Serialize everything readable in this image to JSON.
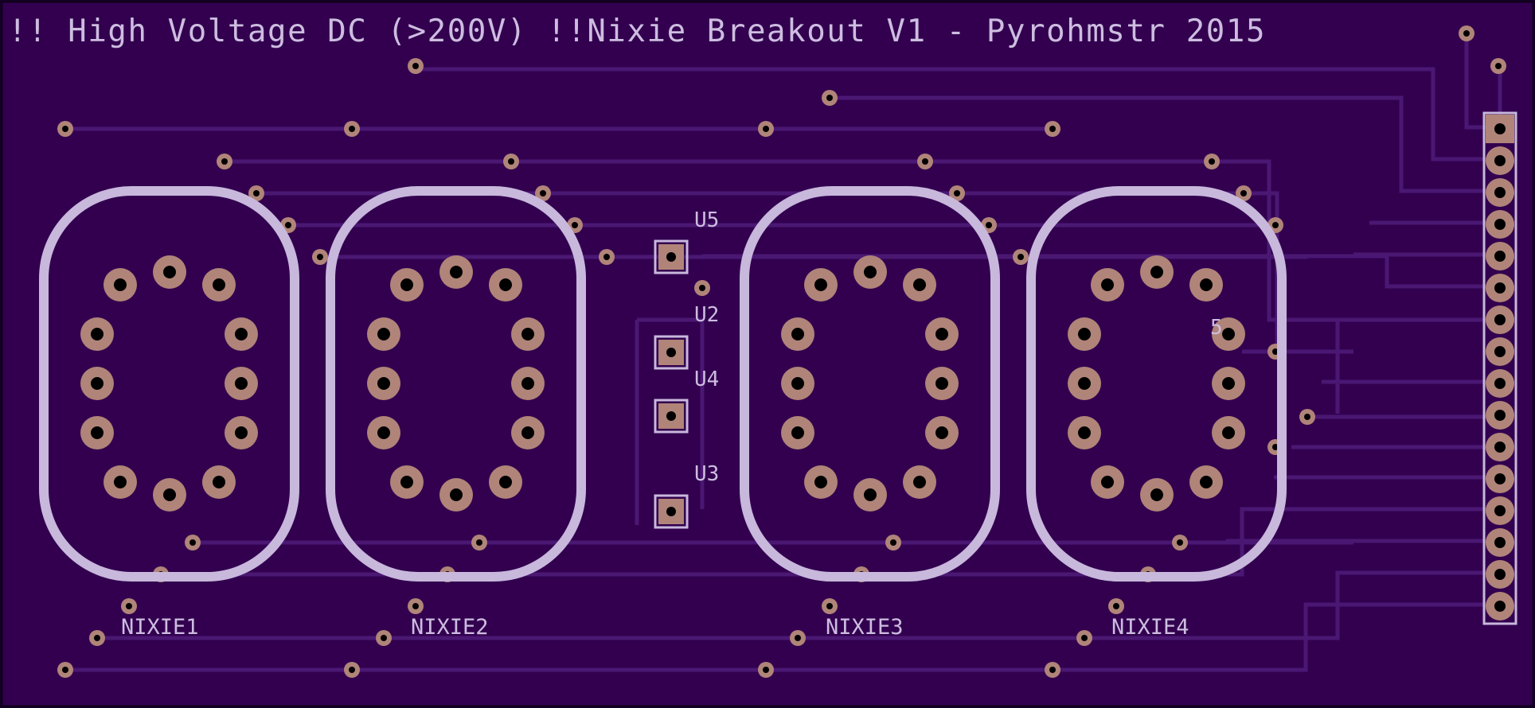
{
  "board": {
    "header_text": "!! High Voltage DC (>200V) !!Nixie Breakout V1 - Pyrohmstr 2015",
    "colors": {
      "board": "#32004f",
      "trace": "#4a1873",
      "copper": "#b08478",
      "silk": "#c8b8dc",
      "drill": "#000000"
    },
    "tube_labels": [
      "NIXIE1",
      "NIXIE2",
      "NIXIE3",
      "NIXIE4"
    ],
    "part_labels": [
      "U5",
      "U2",
      "U4",
      "U3"
    ],
    "stray_label": "5",
    "header_pin_count": 16
  }
}
